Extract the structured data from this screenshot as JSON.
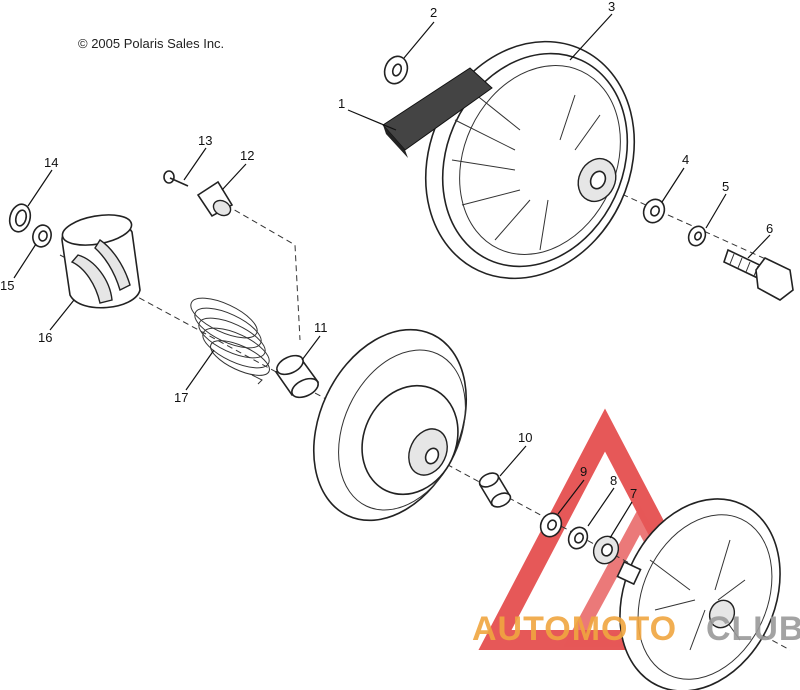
{
  "copyright": "© 2005 Polaris Sales Inc.",
  "watermark": {
    "text_left": "AUTOMOTO",
    "text_right": "CLUB",
    "color_orange": "#f0a640",
    "color_red": "#e23b3b",
    "color_gray": "#9a9a9a"
  },
  "callouts": [
    {
      "id": "1",
      "label": "1"
    },
    {
      "id": "2",
      "label": "2"
    },
    {
      "id": "3",
      "label": "3"
    },
    {
      "id": "4",
      "label": "4"
    },
    {
      "id": "5",
      "label": "5"
    },
    {
      "id": "6",
      "label": "6"
    },
    {
      "id": "7",
      "label": "7"
    },
    {
      "id": "8",
      "label": "8"
    },
    {
      "id": "9",
      "label": "9"
    },
    {
      "id": "10",
      "label": "10"
    },
    {
      "id": "11",
      "label": "11"
    },
    {
      "id": "12",
      "label": "12"
    },
    {
      "id": "13",
      "label": "13"
    },
    {
      "id": "14",
      "label": "14"
    },
    {
      "id": "15",
      "label": "15"
    },
    {
      "id": "16",
      "label": "16"
    },
    {
      "id": "17",
      "label": "17"
    }
  ]
}
